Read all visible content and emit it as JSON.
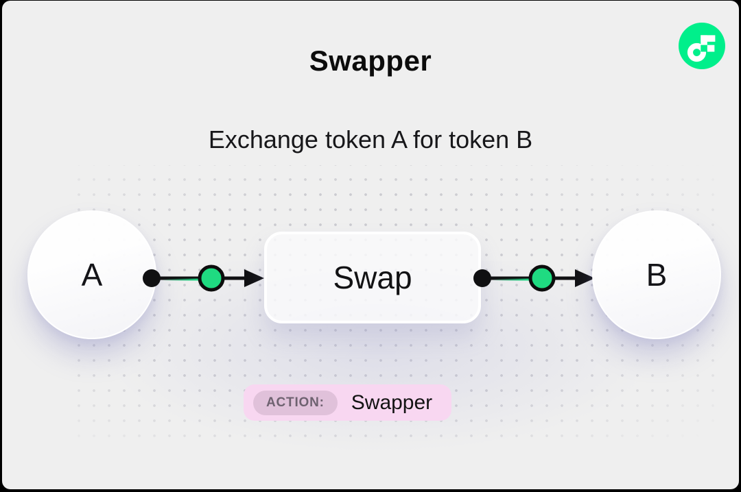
{
  "header": {
    "title": "Swapper",
    "subtitle": "Exchange token A for token B"
  },
  "logo": {
    "name": "Flow"
  },
  "diagram": {
    "token_a_label": "A",
    "swap_label": "Swap",
    "token_b_label": "B"
  },
  "badge": {
    "label": "ACTION:",
    "value": "Swapper"
  },
  "colors": {
    "background": "#efefef",
    "flow_green": "#00ef8b",
    "connector_green": "#1fdb81",
    "badge_pink": "#f8d7f1",
    "badge_label_bg": "#e0c1da",
    "ink": "#101012"
  }
}
